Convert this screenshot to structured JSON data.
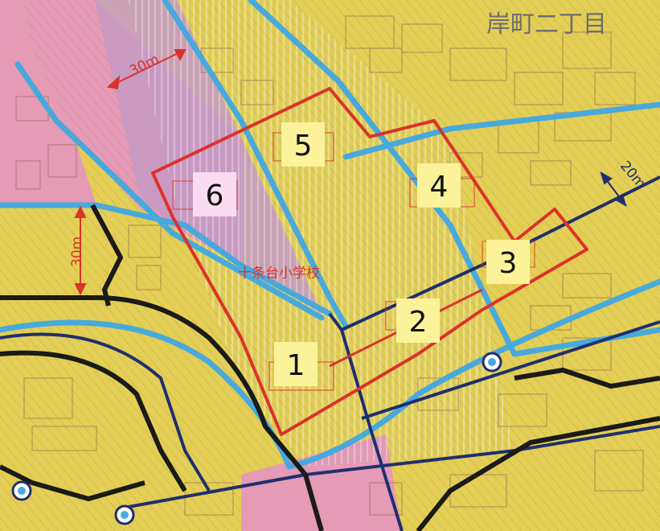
{
  "map": {
    "town_label": "岸町二丁目",
    "school_label": "十条台小学校",
    "dimensions": {
      "width_30m_top": "30m",
      "width_30m_left": "30m",
      "width_20m_right": "20m"
    },
    "zones": [
      {
        "id": "1",
        "label": "1"
      },
      {
        "id": "2",
        "label": "2"
      },
      {
        "id": "3",
        "label": "3"
      },
      {
        "id": "4",
        "label": "4"
      },
      {
        "id": "5",
        "label": "5"
      },
      {
        "id": "6",
        "label": "6"
      }
    ],
    "colors": {
      "residential_yellow": "#e3cf55",
      "commercial_pink": "#e59ab6",
      "district_purple": "#c79ac6",
      "zone_boundary_blue": "#48a9dc",
      "height_line_navy": "#1f2f6e",
      "road_black": "#1a1a1a",
      "plan_boundary_red": "#d9332b",
      "label_yellow": "#fcf29a",
      "label_pink": "#f9dcef"
    }
  }
}
